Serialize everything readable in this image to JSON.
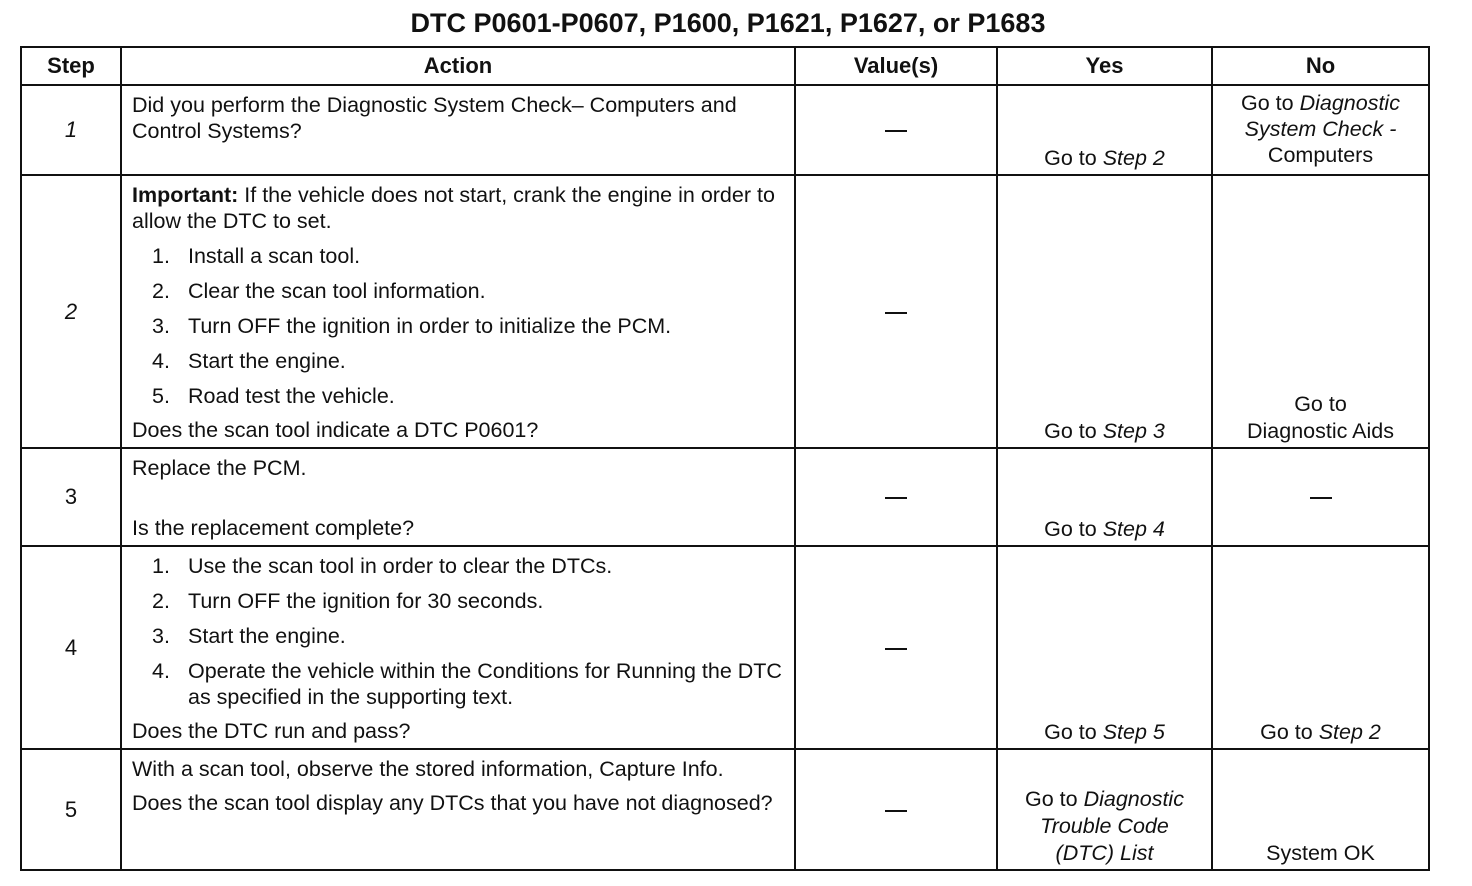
{
  "title": "DTC P0601-P0607, P1600, P1621, P1627, or P1683",
  "headers": {
    "step": "Step",
    "action": "Action",
    "value": "Value(s)",
    "yes": "Yes",
    "no": "No"
  },
  "rows": [
    {
      "step": "1",
      "action_line": "Did you perform the Diagnostic System Check– Computers and Control Systems?",
      "value": "—",
      "yes_prefix": "Go to ",
      "yes_link": "Step 2",
      "no_prefix": "Go to ",
      "no_link": "Diagnostic System Check -",
      "no_suffix": "Computers"
    },
    {
      "step": "2",
      "important_label": "Important:",
      "important_text": " If the vehicle does not start, crank the engine in order to allow the DTC to set.",
      "items": [
        "Install a scan tool.",
        "Clear the scan tool information.",
        "Turn OFF the ignition in order to initialize the PCM.",
        "Start the engine.",
        "Road test the vehicle."
      ],
      "question": "Does the scan tool indicate a DTC P0601?",
      "value": "—",
      "yes_prefix": "Go to ",
      "yes_link": "Step 3",
      "no_line1": "Go to",
      "no_line2": "Diagnostic Aids"
    },
    {
      "step": "3",
      "action_line": "Replace the PCM.",
      "question": "Is the replacement complete?",
      "value": "—",
      "yes_prefix": "Go to ",
      "yes_link": "Step 4",
      "no": "—"
    },
    {
      "step": "4",
      "items": [
        "Use the scan tool in order to clear the DTCs.",
        "Turn OFF the ignition for 30 seconds.",
        "Start the engine.",
        "Operate the vehicle within the Conditions for Running the DTC as specified in the supporting text."
      ],
      "question": "Does the DTC run and pass?",
      "value": "—",
      "yes_prefix": "Go to ",
      "yes_link": "Step 5",
      "no_prefix": "Go to ",
      "no_link": "Step 2"
    },
    {
      "step": "5",
      "action_line": "With a scan tool, observe the stored information, Capture Info.",
      "question": "Does the scan tool display any DTCs that you have not diagnosed?",
      "value": "—",
      "yes_prefix": "Go to ",
      "yes_link": "Diagnostic Trouble Code (DTC) List",
      "no": "System OK"
    }
  ]
}
